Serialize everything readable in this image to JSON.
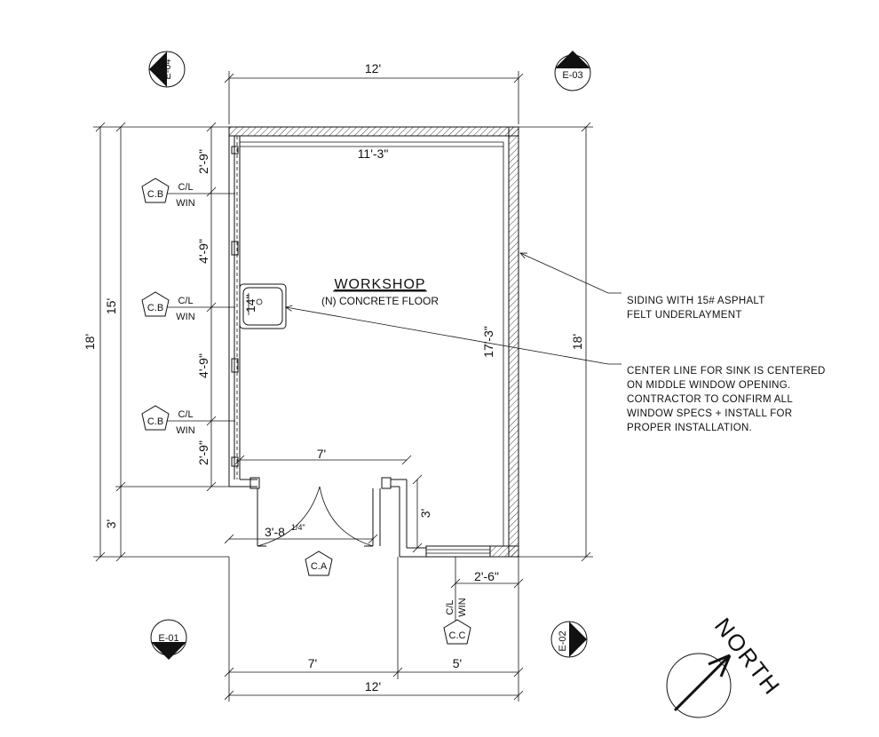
{
  "room": {
    "name": "WORKSHOP",
    "floor": "(N) CONCRETE FLOOR"
  },
  "dims": {
    "top_overall": "12'",
    "interior_width": "11'-3\"",
    "interior_depth": "17'-3\"",
    "left_18": "18'",
    "left_15": "15'",
    "left_3": "3'",
    "right_18": "18'",
    "win_a": "2'-9\"",
    "win_b": "4'-9\"",
    "win_c": "4'-9\"",
    "win_d": "2'-9\"",
    "porch_7": "7'",
    "porch_3": "3'",
    "door": "3'-8",
    "door_frac": "1/4\"",
    "sink": "14\"",
    "win_c_width": "2'-6\"",
    "bottom_7": "7'",
    "bottom_5": "5'",
    "bottom_12": "12'"
  },
  "notes": {
    "siding_1": "SIDING WITH 15# ASPHALT",
    "siding_2": "FELT UNDERLAYMENT",
    "sink_1": "CENTER LINE FOR SINK IS CENTERED",
    "sink_2": "ON MIDDLE WINDOW OPENING.",
    "sink_3": "CONTRACTOR TO CONFIRM ALL",
    "sink_4": "WINDOW SPECS + INSTALL FOR",
    "sink_5": "PROPER INSTALLATION."
  },
  "tags": {
    "cb": "C.B",
    "ca": "C.A",
    "cc": "C.C",
    "cl": "C/L",
    "win": "WIN"
  },
  "elevations": {
    "e01": "E-01",
    "e02": "E-02",
    "e03": "E-03",
    "e04": "E-04"
  },
  "north": "NORTH"
}
